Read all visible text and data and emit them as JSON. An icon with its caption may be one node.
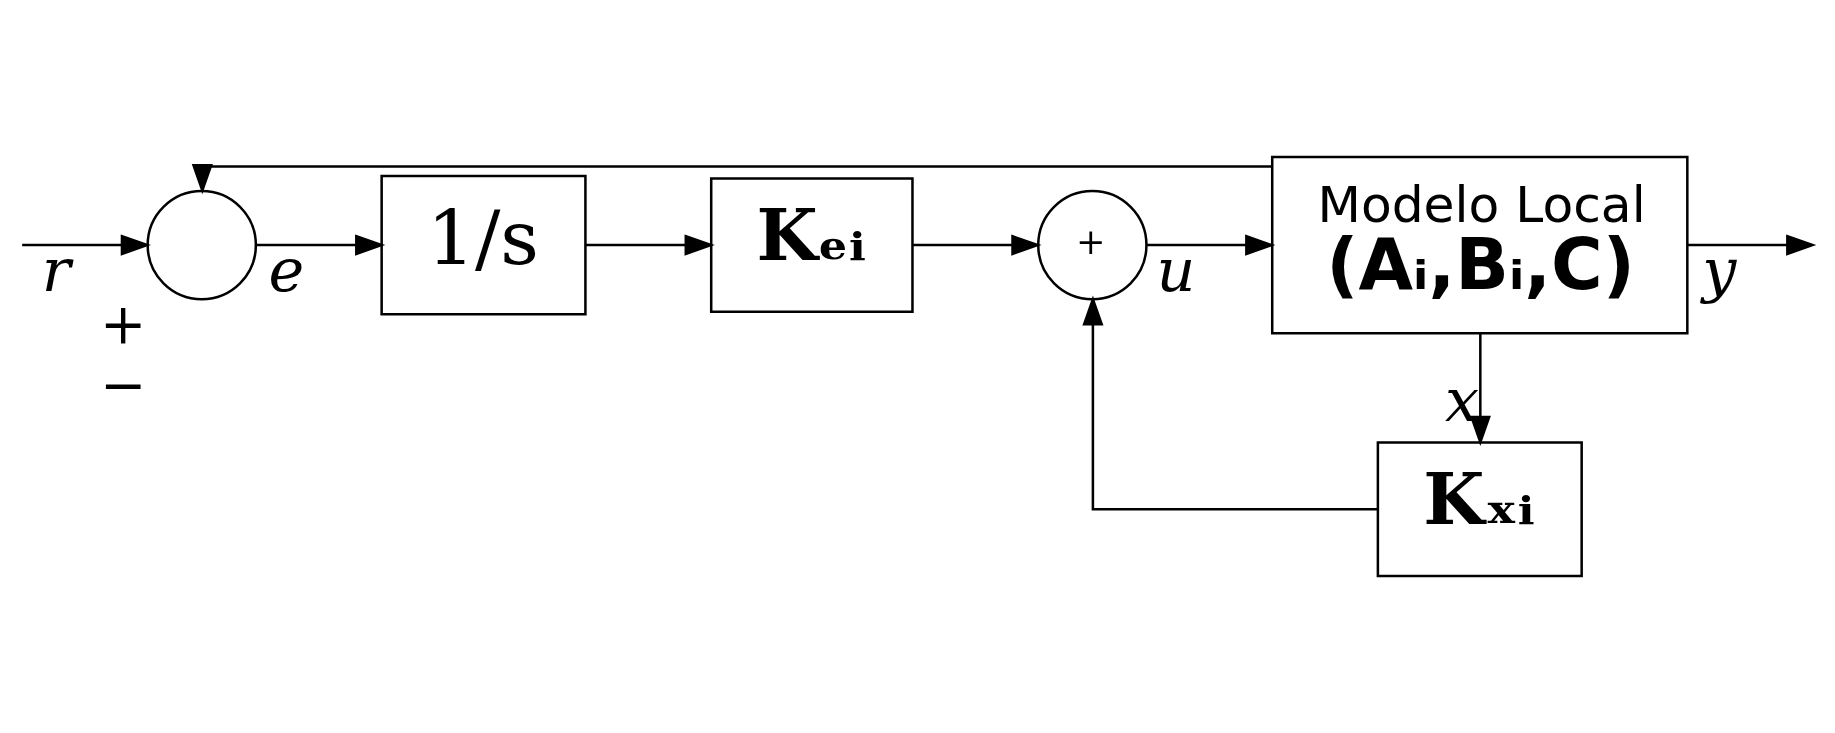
{
  "diagram": {
    "nodes": [
      {
        "text": [],
        "shape": "circle",
        "beside": [
          "+",
          "−"
        ]
      },
      {
        "text": [
          "1/s"
        ]
      },
      {
        "text": [
          "Kₑᵢ"
        ]
      },
      {
        "text": [
          "+"
        ]
      },
      {
        "text": [
          "Modelo Local",
          "(Aᵢ,Bᵢ,C)"
        ]
      },
      {
        "text": [
          "Kₓᵢ"
        ]
      }
    ],
    "edges": [
      {
        "from": null,
        "to": 0,
        "arrow": "to",
        "label": "r"
      },
      {
        "from": 0,
        "to": 1,
        "arrow": "to",
        "label": "e"
      },
      {
        "from": 1,
        "to": 2,
        "arrow": "to"
      },
      {
        "from": 2,
        "to": 3,
        "arrow": "to"
      },
      {
        "from": 3,
        "to": 4,
        "arrow": "to",
        "label": "u"
      },
      {
        "from": 4,
        "to": null,
        "arrow": "to",
        "label": "y"
      },
      {
        "from": 4,
        "to": 5,
        "arrow": "to",
        "label": "x"
      },
      {
        "from": 5,
        "to": 3,
        "arrow": "to"
      },
      {
        "from": 4,
        "to": 0,
        "arrow": "to"
      }
    ]
  }
}
